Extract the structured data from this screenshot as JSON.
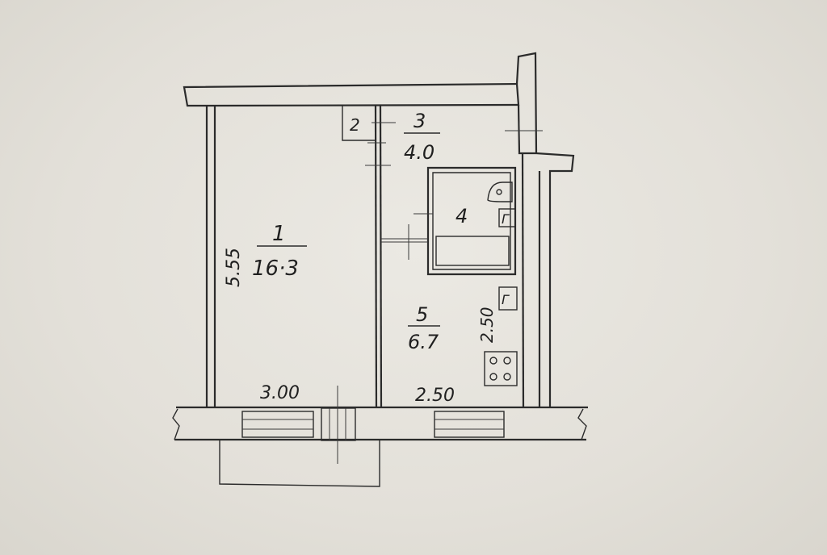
{
  "floor_plan": {
    "rooms": [
      {
        "number": "1",
        "area": "16·3"
      },
      {
        "number": "2",
        "area": ""
      },
      {
        "number": "3",
        "area": "4.0"
      },
      {
        "number": "4",
        "area": ""
      },
      {
        "number": "5",
        "area": "6.7"
      }
    ],
    "dimensions": {
      "room1_length": "5.55",
      "room1_width": "3.00",
      "kitchen_width": "2.50",
      "kitchen_length": "2.50"
    },
    "fixture_marks": {
      "bathroom_riser": "Г",
      "kitchen_riser": "Г"
    }
  }
}
